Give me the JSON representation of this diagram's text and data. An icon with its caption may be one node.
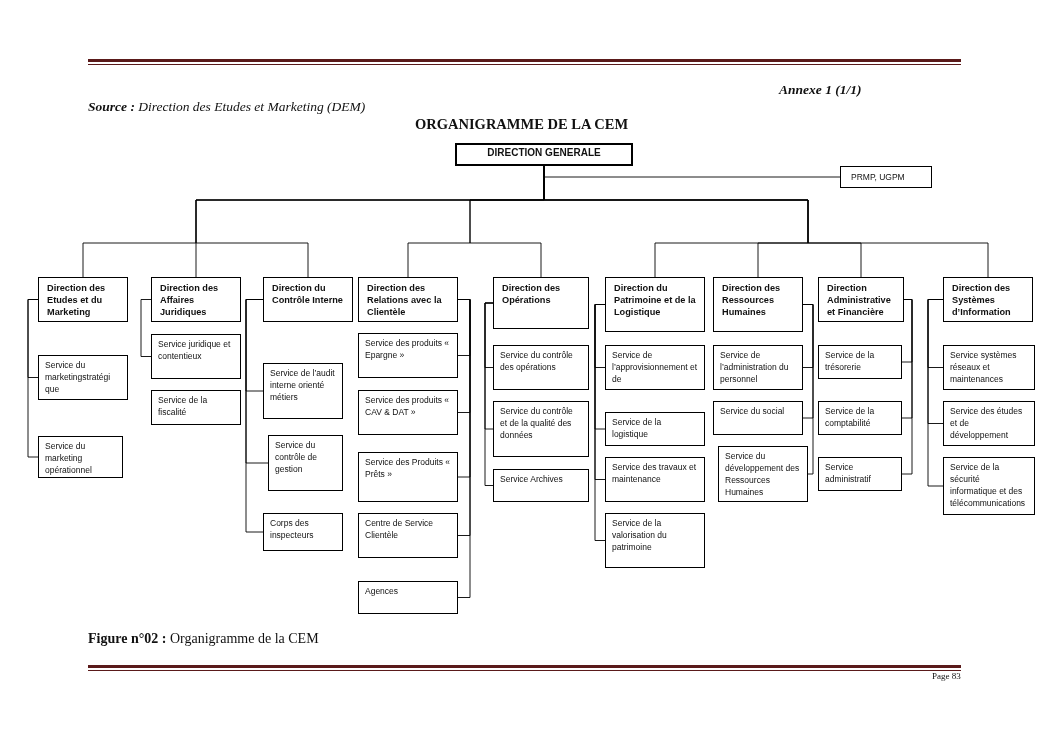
{
  "diagram": {
    "title": "ORGANIGRAMME DE LA CEM",
    "caption": "**Figure n°02 :** Organigramme de la CEM",
    "nodes": [
      {
        "text": [
          "DIRECTION GENERALE"
        ]
      },
      {
        "text": [
          "PRMP, UGPM"
        ]
      },
      {
        "text": [
          "Direction des Etudes et du Marketing"
        ]
      },
      {
        "text": [
          "Direction des Affaires Juridiques"
        ]
      },
      {
        "text": [
          "Direction du Contrôle Interne"
        ]
      },
      {
        "text": [
          "Direction des Relations avec la Clientèle"
        ]
      },
      {
        "text": [
          "Direction des Opérations"
        ]
      },
      {
        "text": [
          "Direction du Patrimoine et de la Logistique"
        ]
      },
      {
        "text": [
          "Direction des Ressources Humaines"
        ]
      },
      {
        "text": [
          "Direction Administrative et Financière"
        ]
      },
      {
        "text": [
          "Direction des Systèmes d’Information"
        ]
      },
      {
        "text": [
          "Service du marketingstratégi que"
        ]
      },
      {
        "text": [
          "Service  du marketing opérationnel"
        ]
      },
      {
        "text": [
          "Service juridique et contentieux"
        ]
      },
      {
        "text": [
          "Service de la fiscalité"
        ]
      },
      {
        "text": [
          "Service de l’audit interne orienté métiers"
        ]
      },
      {
        "text": [
          "Service du contrôle de gestion"
        ]
      },
      {
        "text": [
          "Corps des inspecteurs"
        ]
      },
      {
        "text": [
          "Service des produits « Epargne »"
        ]
      },
      {
        "text": [
          "Service des produits « CAV & DAT »"
        ]
      },
      {
        "text": [
          "Service des Produits « Prêts »"
        ]
      },
      {
        "text": [
          "Centre de Service Clientèle"
        ]
      },
      {
        "text": [
          "Agences"
        ]
      },
      {
        "text": [
          "Service du contrôle des opérations"
        ]
      },
      {
        "text": [
          "Service  du contrôle et de la qualité des données"
        ]
      },
      {
        "text": [
          "Service  Archives"
        ]
      },
      {
        "text": [
          "Service de l’approvisionnement et de"
        ]
      },
      {
        "text": [
          "Service de la logistique"
        ]
      },
      {
        "text": [
          "Service des travaux et maintenance"
        ]
      },
      {
        "text": [
          "Service  de la valorisation du patrimoine"
        ]
      },
      {
        "text": [
          "Service de l’administration du personnel"
        ]
      },
      {
        "text": [
          "Service du social"
        ]
      },
      {
        "text": [
          "Service du développement des Ressources Humaines"
        ]
      },
      {
        "text": [
          "Service de la trésorerie"
        ]
      },
      {
        "text": [
          "Service de la comptabilité"
        ]
      },
      {
        "text": [
          "Service administratif"
        ]
      },
      {
        "text": [
          "Service systèmes réseaux et maintenances"
        ]
      },
      {
        "text": [
          "Service des études et  de développement"
        ]
      },
      {
        "text": [
          "Service de la sécurité informatique et des télécommunications"
        ]
      }
    ],
    "edges": [
      {
        "from": 0,
        "to": 1,
        "arrow": "none"
      },
      {
        "from": 0,
        "to": 2,
        "arrow": "none"
      },
      {
        "from": 0,
        "to": 3,
        "arrow": "none"
      },
      {
        "from": 0,
        "to": 4,
        "arrow": "none"
      },
      {
        "from": 0,
        "to": 5,
        "arrow": "none"
      },
      {
        "from": 0,
        "to": 6,
        "arrow": "none"
      },
      {
        "from": 0,
        "to": 7,
        "arrow": "none"
      },
      {
        "from": 0,
        "to": 8,
        "arrow": "none"
      },
      {
        "from": 0,
        "to": 9,
        "arrow": "none"
      },
      {
        "from": 0,
        "to": 10,
        "arrow": "none"
      },
      {
        "from": 2,
        "to": 11,
        "arrow": "none"
      },
      {
        "from": 2,
        "to": 12,
        "arrow": "none"
      },
      {
        "from": 3,
        "to": 13,
        "arrow": "none"
      },
      {
        "from": 4,
        "to": 15,
        "arrow": "none"
      },
      {
        "from": 4,
        "to": 16,
        "arrow": "none"
      },
      {
        "from": 4,
        "to": 17,
        "arrow": "none"
      },
      {
        "from": 5,
        "to": 18,
        "arrow": "none"
      },
      {
        "from": 5,
        "to": 19,
        "arrow": "none"
      },
      {
        "from": 5,
        "to": 20,
        "arrow": "none"
      },
      {
        "from": 5,
        "to": 21,
        "arrow": "none"
      },
      {
        "from": 5,
        "to": 22,
        "arrow": "none"
      },
      {
        "from": 6,
        "to": 23,
        "arrow": "none"
      },
      {
        "from": 6,
        "to": 24,
        "arrow": "none"
      },
      {
        "from": 6,
        "to": 25,
        "arrow": "none"
      },
      {
        "from": 7,
        "to": 26,
        "arrow": "none"
      },
      {
        "from": 7,
        "to": 27,
        "arrow": "none"
      },
      {
        "from": 7,
        "to": 28,
        "arrow": "none"
      },
      {
        "from": 7,
        "to": 29,
        "arrow": "none"
      },
      {
        "from": 8,
        "to": 30,
        "arrow": "none"
      },
      {
        "from": 8,
        "to": 31,
        "arrow": "none"
      },
      {
        "from": 8,
        "to": 32,
        "arrow": "none"
      },
      {
        "from": 9,
        "to": 33,
        "arrow": "none"
      },
      {
        "from": 9,
        "to": 34,
        "arrow": "none"
      },
      {
        "from": 9,
        "to": 35,
        "arrow": "none"
      },
      {
        "from": 10,
        "to": 36,
        "arrow": "none"
      },
      {
        "from": 10,
        "to": 37,
        "arrow": "none"
      },
      {
        "from": 10,
        "to": 38,
        "arrow": "none"
      }
    ],
    "labels": [
      "Annexe 1 (1/1)",
      "**Source :** Direction des Etudes et Marketing (DEM)",
      "Page 83"
    ]
  }
}
